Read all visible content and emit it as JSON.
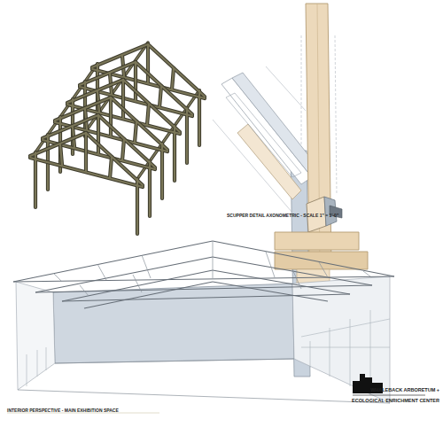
{
  "diagram": {
    "labels": [
      "SCUPPER DETAIL AXONOMETRIC - SCALE 1\" = 1'-0\"",
      "INTERIOR PERSPECTIVE - MAIN EXHIBITION SPACE",
      "WHALEBACK ARBORETUM +",
      "ECOLOGICAL ENRICHMENT CENTER"
    ]
  }
}
